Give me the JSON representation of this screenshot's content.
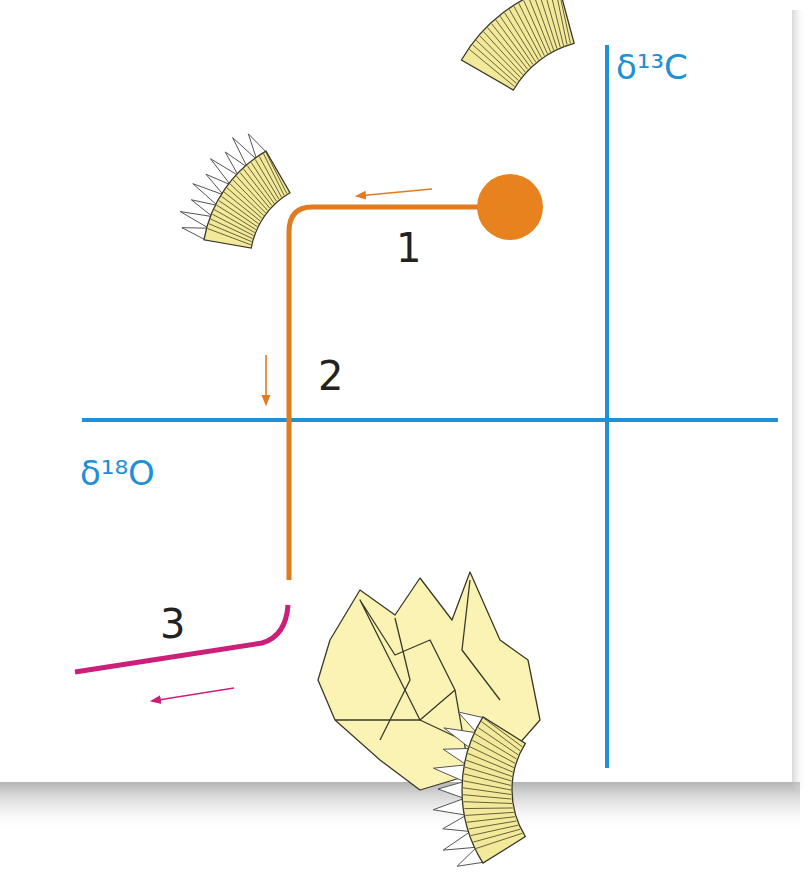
{
  "diagram": {
    "labels": [
      "δ¹³C",
      "δ¹⁸O",
      "1",
      "2",
      "3"
    ]
  }
}
